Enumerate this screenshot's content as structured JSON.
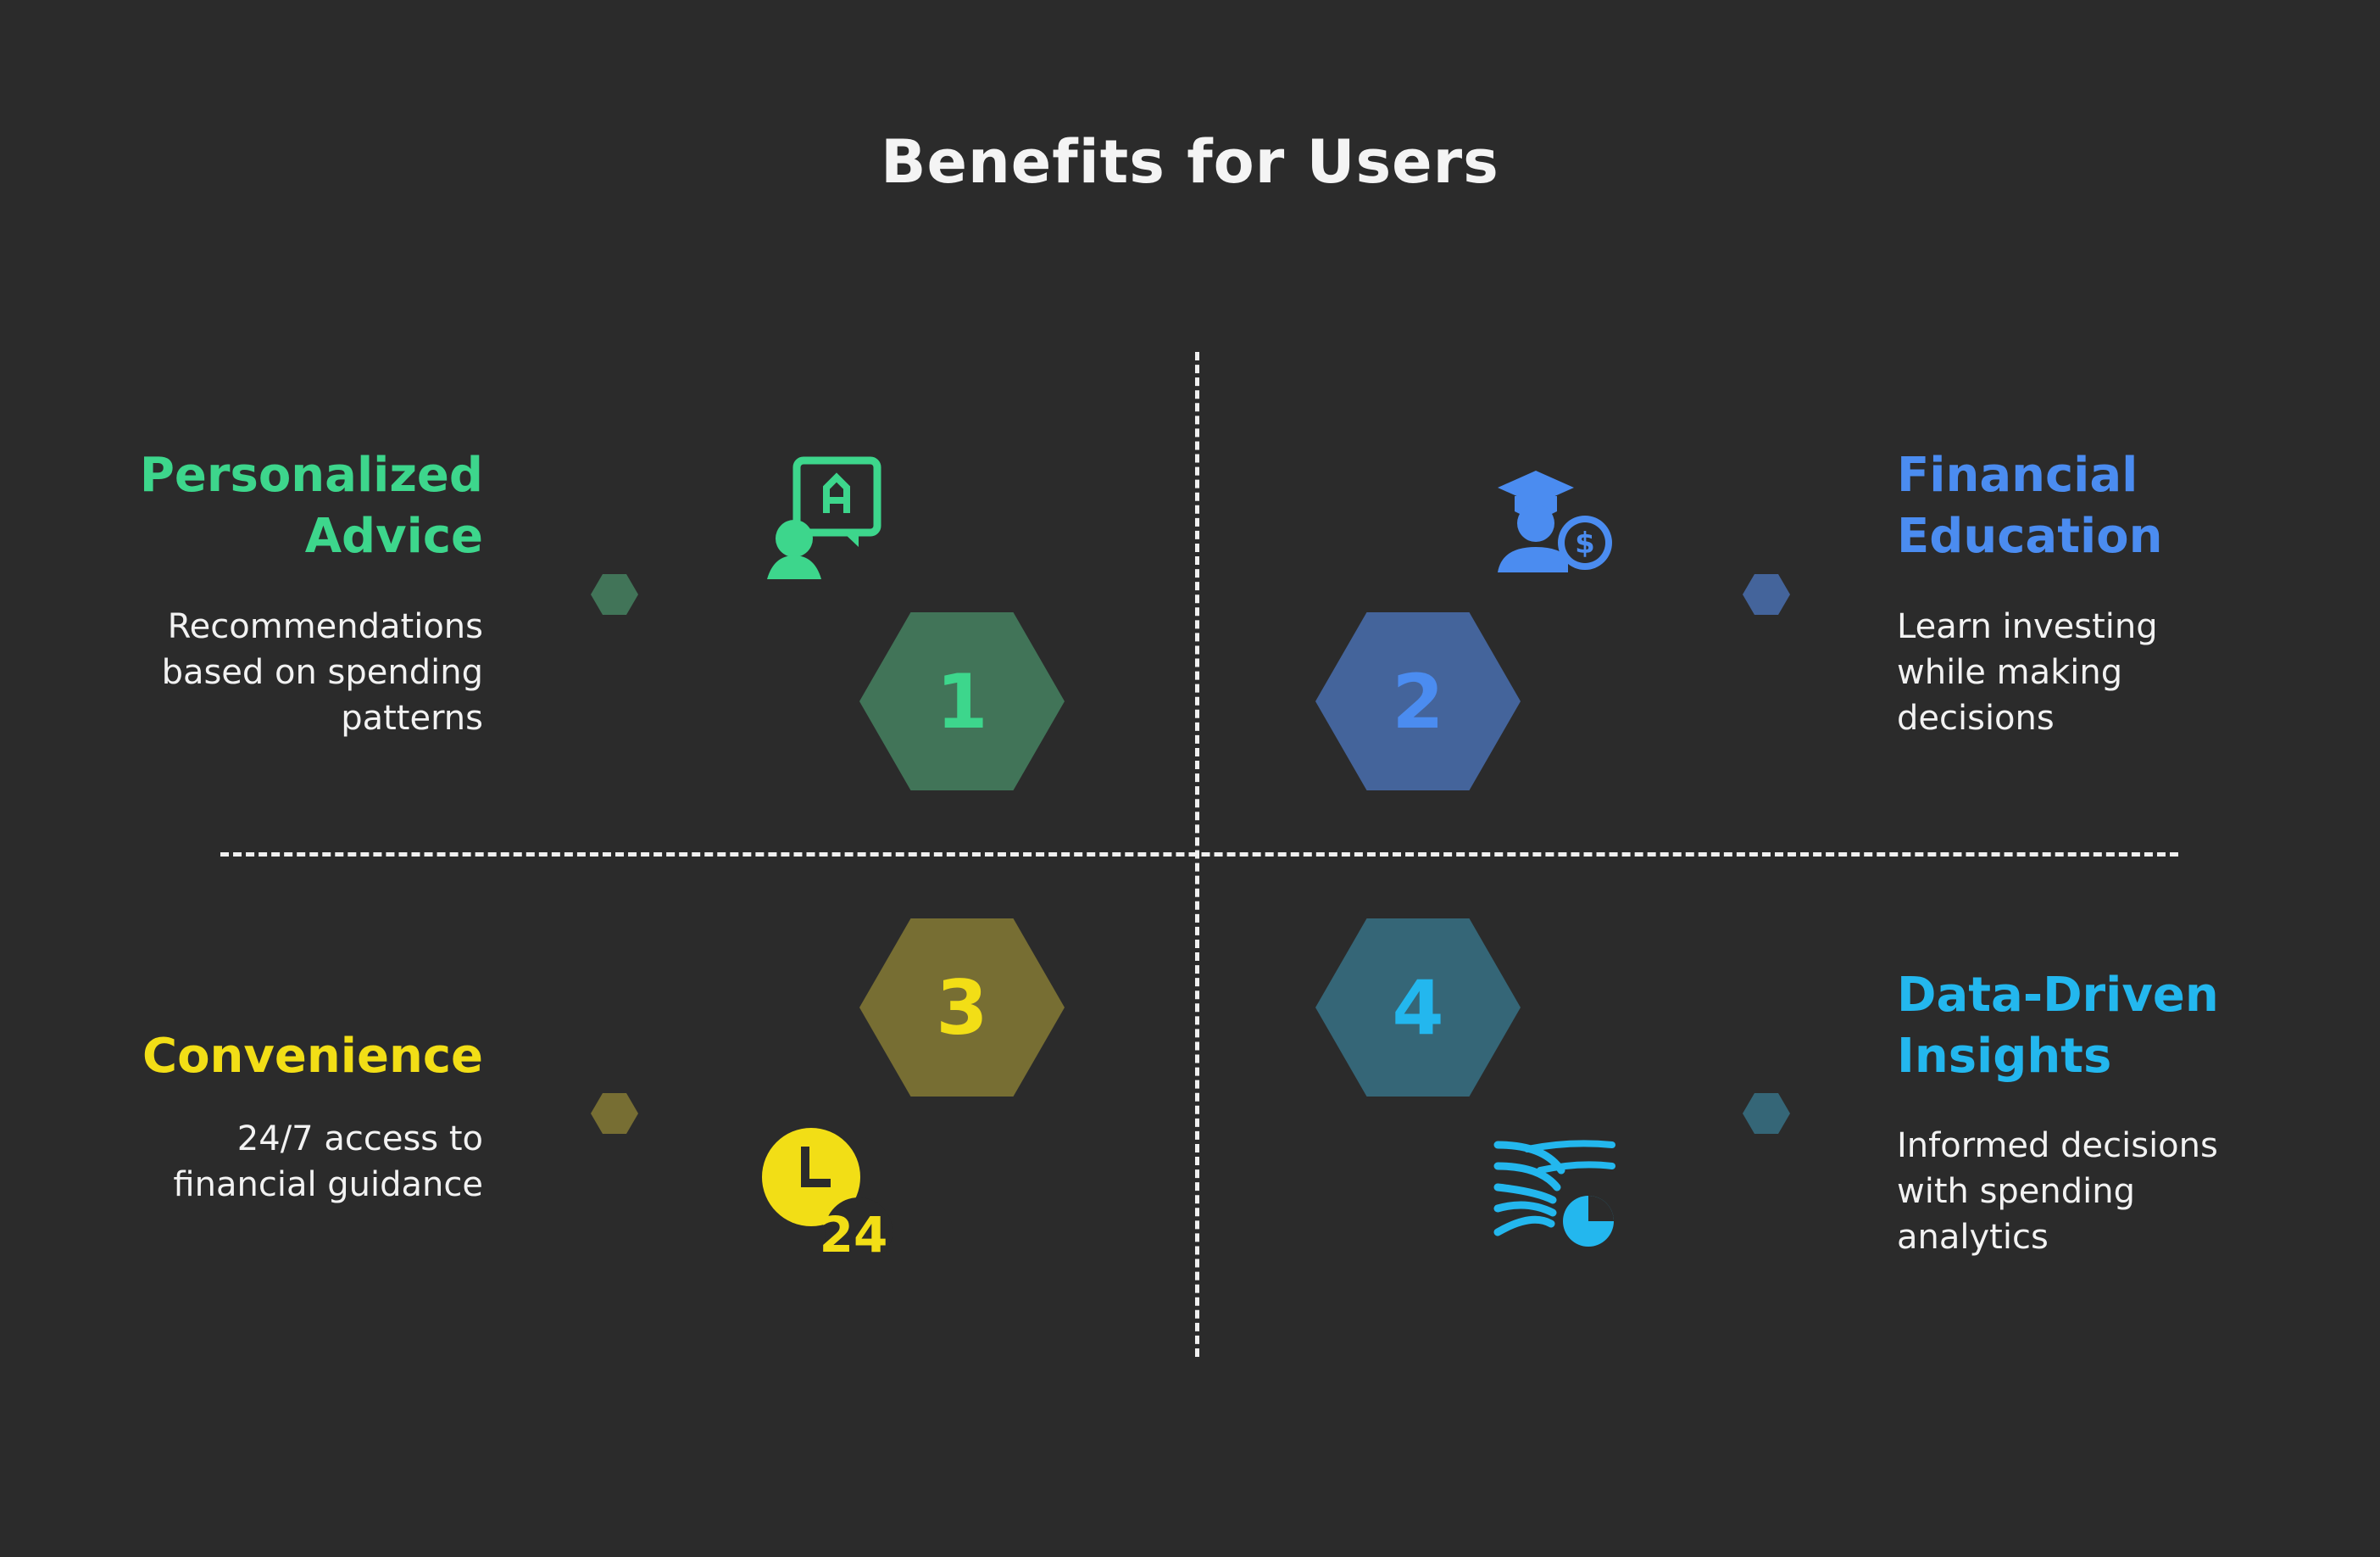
{
  "title": "Benefits for Users",
  "colors": {
    "background": "#2b2b2b",
    "green": "#3dd68c",
    "green_hex": "#417458",
    "blue": "#4b8cf0",
    "blue_hex": "#44649b",
    "yellow": "#f2de16",
    "yellow_hex": "#776e33",
    "cyan": "#23b7ee",
    "cyan_hex": "#356677"
  },
  "items": [
    {
      "number": "1",
      "title_line1": "Personalized",
      "title_line2": "Advice",
      "desc_line1": "Recommendations",
      "desc_line2": "based on spending",
      "desc_line3": "patterns",
      "icon": "advisor-chat-icon"
    },
    {
      "number": "2",
      "title_line1": "Financial",
      "title_line2": "Education",
      "desc_line1": "Learn investing",
      "desc_line2": "while making",
      "desc_line3": "decisions",
      "icon": "graduate-dollar-icon"
    },
    {
      "number": "3",
      "title_line1": "Convenience",
      "desc_line1": "24/7 access to",
      "desc_line2": "financial guidance",
      "icon": "clock-24-icon"
    },
    {
      "number": "4",
      "title_line1": "Data-Driven",
      "title_line2": "Insights",
      "desc_line1": "Informed decisions",
      "desc_line2": "with spending",
      "desc_line3": "analytics",
      "icon": "analytics-stream-icon"
    }
  ]
}
